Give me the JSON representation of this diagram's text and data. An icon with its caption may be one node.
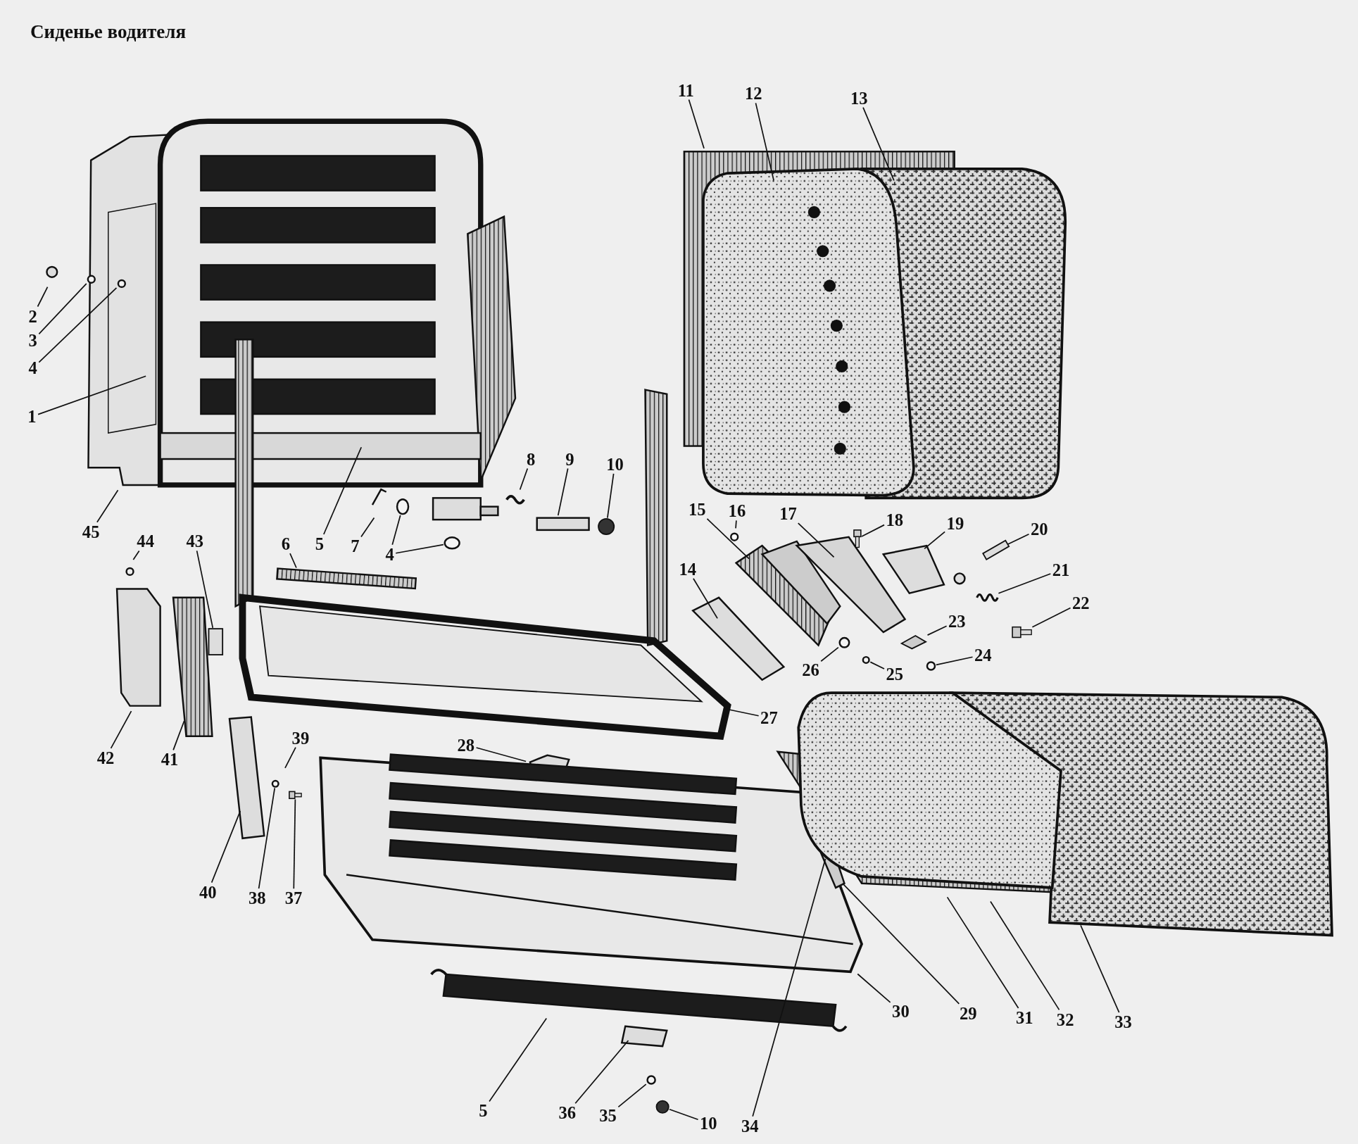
{
  "diagram": {
    "title": "Сиденье водителя",
    "nodes": [
      {
        "text": [
          "11"
        ]
      },
      {
        "text": [
          "12"
        ]
      },
      {
        "text": [
          "13"
        ]
      },
      {
        "text": [
          "2"
        ]
      },
      {
        "text": [
          "3"
        ]
      },
      {
        "text": [
          "4"
        ]
      },
      {
        "text": [
          "1"
        ]
      },
      {
        "text": [
          "8"
        ]
      },
      {
        "text": [
          "9"
        ]
      },
      {
        "text": [
          "10"
        ]
      },
      {
        "text": [
          "15"
        ]
      },
      {
        "text": [
          "16"
        ]
      },
      {
        "text": [
          "17"
        ]
      },
      {
        "text": [
          "18"
        ]
      },
      {
        "text": [
          "19"
        ]
      },
      {
        "text": [
          "20"
        ]
      },
      {
        "text": [
          "45"
        ]
      },
      {
        "text": [
          "44"
        ]
      },
      {
        "text": [
          "43"
        ]
      },
      {
        "text": [
          "6"
        ]
      },
      {
        "text": [
          "5"
        ]
      },
      {
        "text": [
          "7"
        ]
      },
      {
        "text": [
          "4"
        ]
      },
      {
        "text": [
          "14"
        ]
      },
      {
        "text": [
          "21"
        ]
      },
      {
        "text": [
          "22"
        ]
      },
      {
        "text": [
          "23"
        ]
      },
      {
        "text": [
          "24"
        ]
      },
      {
        "text": [
          "26"
        ]
      },
      {
        "text": [
          "25"
        ]
      },
      {
        "text": [
          "27"
        ]
      },
      {
        "text": [
          "39"
        ]
      },
      {
        "text": [
          "28"
        ]
      },
      {
        "text": [
          "42"
        ]
      },
      {
        "text": [
          "41"
        ]
      },
      {
        "text": [
          "40"
        ]
      },
      {
        "text": [
          "38"
        ]
      },
      {
        "text": [
          "37"
        ]
      },
      {
        "text": [
          "30"
        ]
      },
      {
        "text": [
          "29"
        ]
      },
      {
        "text": [
          "31"
        ]
      },
      {
        "text": [
          "32"
        ]
      },
      {
        "text": [
          "33"
        ]
      },
      {
        "text": [
          "5"
        ]
      },
      {
        "text": [
          "36"
        ]
      },
      {
        "text": [
          "35"
        ]
      },
      {
        "text": [
          "10"
        ]
      },
      {
        "text": [
          "34"
        ]
      },
      {
        "text": [],
        "shape": "spring"
      },
      {
        "text": [],
        "shape": "bolt"
      },
      {
        "text": [],
        "shape": "clip"
      },
      {
        "text": [],
        "shape": "circle"
      },
      {
        "text": [],
        "shape": "circle"
      },
      {
        "text": [],
        "shape": "circle"
      },
      {
        "text": [],
        "shape": "knob"
      },
      {
        "text": [],
        "shape": "bolt"
      },
      {
        "text": [],
        "shape": "bar"
      },
      {
        "text": [],
        "shape": "box"
      },
      {
        "text": [],
        "shape": "circle"
      },
      {
        "text": [],
        "shape": "circle"
      },
      {
        "text": [],
        "shape": "circle"
      },
      {
        "text": [],
        "shape": "circle"
      },
      {
        "text": [],
        "shape": "circle"
      },
      {
        "text": [],
        "shape": "bolt"
      },
      {
        "text": [],
        "shape": "circle"
      },
      {
        "text": [],
        "shape": "knob"
      }
    ],
    "edges": [
      {
        "from": 0,
        "to": null,
        "arrow": "none"
      },
      {
        "from": 1,
        "to": null,
        "arrow": "none"
      },
      {
        "from": 2,
        "to": null,
        "arrow": "none"
      },
      {
        "from": 3,
        "to": null,
        "arrow": "none"
      },
      {
        "from": 4,
        "to": 52,
        "arrow": "none"
      },
      {
        "from": 5,
        "to": 53,
        "arrow": "none"
      },
      {
        "from": 6,
        "to": null,
        "arrow": "none"
      },
      {
        "from": 7,
        "to": null,
        "arrow": "none"
      },
      {
        "from": 8,
        "to": null,
        "arrow": "none"
      },
      {
        "from": 9,
        "to": 54,
        "arrow": "none"
      },
      {
        "from": 10,
        "to": null,
        "arrow": "none"
      },
      {
        "from": 11,
        "to": null,
        "arrow": "none"
      },
      {
        "from": 12,
        "to": null,
        "arrow": "none"
      },
      {
        "from": 13,
        "to": 55,
        "arrow": "none"
      },
      {
        "from": 14,
        "to": null,
        "arrow": "none"
      },
      {
        "from": 15,
        "to": 56,
        "arrow": "none"
      },
      {
        "from": 16,
        "to": null,
        "arrow": "none"
      },
      {
        "from": 17,
        "to": null,
        "arrow": "none"
      },
      {
        "from": 18,
        "to": 57,
        "arrow": "none"
      },
      {
        "from": 19,
        "to": null,
        "arrow": "none"
      },
      {
        "from": 20,
        "to": null,
        "arrow": "none"
      },
      {
        "from": 21,
        "to": null,
        "arrow": "none"
      },
      {
        "from": 22,
        "to": 58,
        "arrow": "none"
      },
      {
        "from": 23,
        "to": null,
        "arrow": "none"
      },
      {
        "from": 24,
        "to": 48,
        "arrow": "none"
      },
      {
        "from": 25,
        "to": 49,
        "arrow": "none"
      },
      {
        "from": 26,
        "to": 50,
        "arrow": "none"
      },
      {
        "from": 27,
        "to": 51,
        "arrow": "none"
      },
      {
        "from": 28,
        "to": 60,
        "arrow": "none"
      },
      {
        "from": 29,
        "to": 61,
        "arrow": "none"
      },
      {
        "from": 30,
        "to": null,
        "arrow": "none"
      },
      {
        "from": 31,
        "to": null,
        "arrow": "none"
      },
      {
        "from": 32,
        "to": null,
        "arrow": "none"
      },
      {
        "from": 33,
        "to": null,
        "arrow": "none"
      },
      {
        "from": 34,
        "to": null,
        "arrow": "none"
      },
      {
        "from": 35,
        "to": null,
        "arrow": "none"
      },
      {
        "from": 36,
        "to": 62,
        "arrow": "none"
      },
      {
        "from": 37,
        "to": 63,
        "arrow": "none"
      },
      {
        "from": 38,
        "to": null,
        "arrow": "none"
      },
      {
        "from": 39,
        "to": null,
        "arrow": "none"
      },
      {
        "from": 40,
        "to": null,
        "arrow": "none"
      },
      {
        "from": 41,
        "to": null,
        "arrow": "none"
      },
      {
        "from": 42,
        "to": null,
        "arrow": "none"
      },
      {
        "from": 43,
        "to": null,
        "arrow": "none"
      },
      {
        "from": 44,
        "to": null,
        "arrow": "none"
      },
      {
        "from": 45,
        "to": 64,
        "arrow": "none"
      },
      {
        "from": 46,
        "to": 65,
        "arrow": "none"
      },
      {
        "from": 47,
        "to": null,
        "arrow": "none"
      },
      {
        "from": 22,
        "to": 59,
        "arrow": "none"
      }
    ]
  }
}
